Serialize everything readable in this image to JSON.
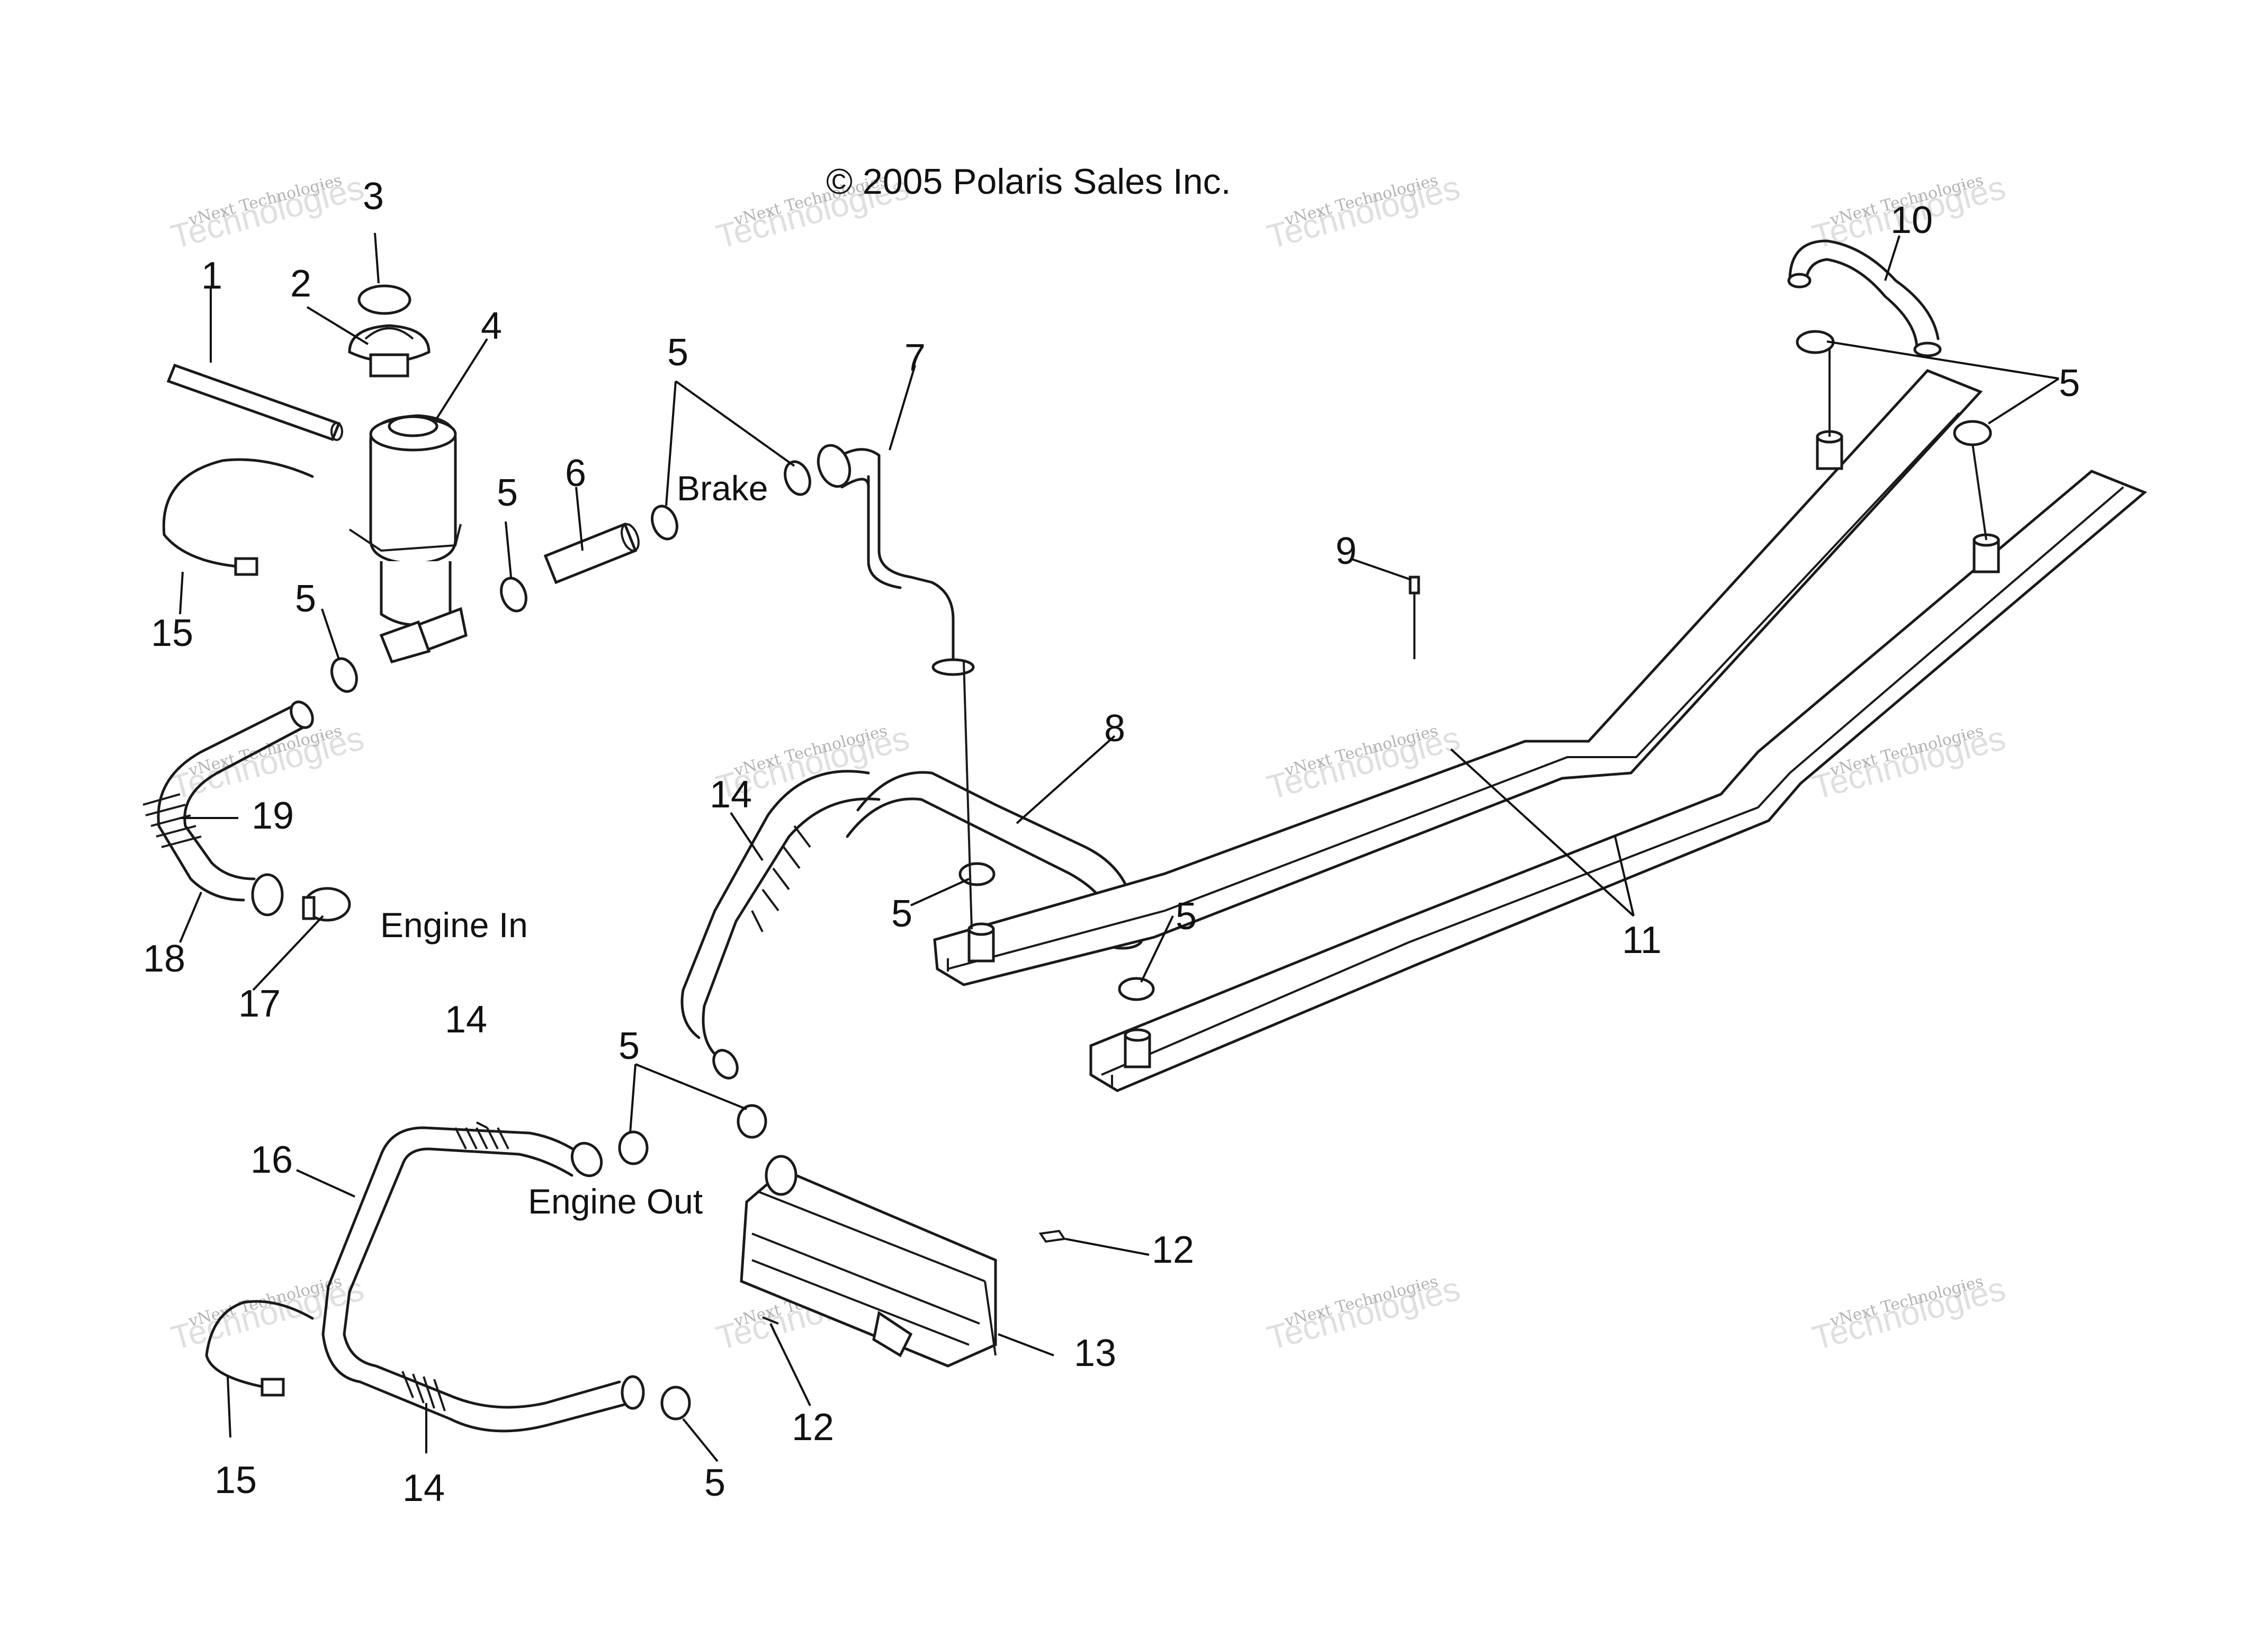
{
  "copyright": "© 2005 Polaris Sales Inc.",
  "watermark": {
    "line1": "vNext Technologies",
    "line2": "Technologies",
    "stamp": "vNext"
  },
  "section_labels": {
    "brake": "Brake",
    "engine_in": "Engine In",
    "engine_out": "Engine Out"
  },
  "callouts": {
    "c1": "1",
    "c2": "2",
    "c3": "3",
    "c4": "4",
    "c5": "5",
    "c6": "6",
    "c7": "7",
    "c8": "8",
    "c9": "9",
    "c10": "10",
    "c11": "11",
    "c12": "12",
    "c13": "13",
    "c14": "14",
    "c15": "15",
    "c16": "16",
    "c17": "17",
    "c18": "18",
    "c19": "19"
  },
  "colors": {
    "line": "#1a1a1a",
    "watermark": "#9a9a9a",
    "background": "#ffffff"
  }
}
